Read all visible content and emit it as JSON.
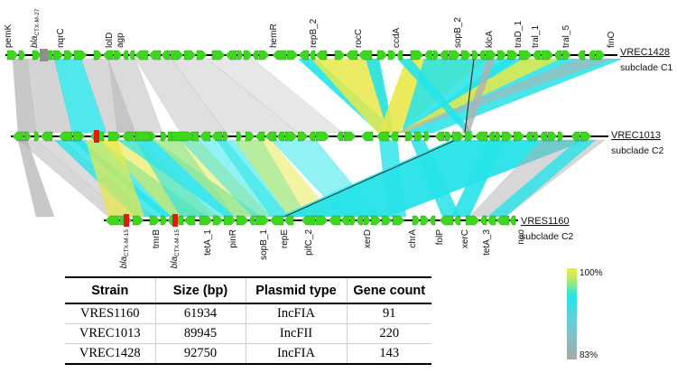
{
  "colors": {
    "gene": "#3fd61f",
    "gene_edge": "#1c8a10",
    "highlight": "#e21818",
    "unknown_gene": "#8e8e8e",
    "backbone": "#000000",
    "identity_high": "#26e3e8",
    "identity_mid": "#e8e84a",
    "identity_low": "#b0b0b0"
  },
  "plasmids": [
    {
      "name": "VREC1428",
      "subclade": "subclade C1",
      "gene_labels": [
        "pemK",
        "bla_CTX-M-27",
        "nqrC",
        "lolD",
        "agp",
        "hemR",
        "repB_2",
        "rocC",
        "ccdA",
        "sopB_2",
        "klcA",
        "traD_1",
        "tral_1",
        "tral_5",
        "finO"
      ]
    },
    {
      "name": "VREC1013",
      "subclade": "subclade C2",
      "gene_labels": []
    },
    {
      "name": "VRES1160",
      "subclade": "subclade C2",
      "gene_labels": [
        "bla_CTX-M-15",
        "tmrB",
        "bla_CTX-M-15",
        "tetA_1",
        "pinR",
        "sopB_1",
        "repE",
        "pifC_2",
        "xerD",
        "chrA",
        "folP",
        "xerC",
        "tetA_3",
        "neo"
      ]
    }
  ],
  "legend": {
    "max_label": "100%",
    "min_label": "83%",
    "max_identity": 100,
    "min_identity": 83
  },
  "table": {
    "headers": [
      "Strain",
      "Size (bp)",
      "Plasmid type",
      "Gene count"
    ],
    "rows": [
      [
        "VRES1160",
        "61934",
        "IncFIA",
        "91"
      ],
      [
        "VREC1013",
        "89945",
        "IncFII",
        "220"
      ],
      [
        "VREC1428",
        "92750",
        "IncFIA",
        "143"
      ]
    ]
  }
}
